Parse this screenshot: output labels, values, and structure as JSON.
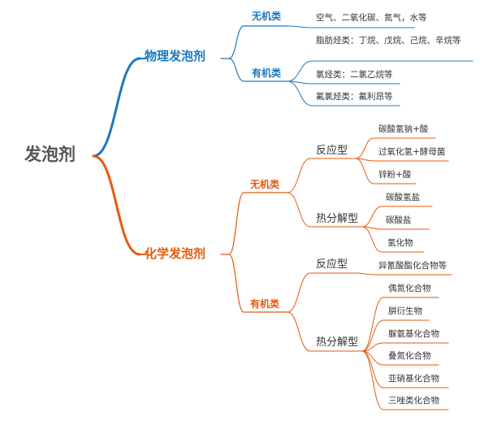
{
  "colors": {
    "blue": "#1a78c0",
    "orange": "#e35a0e",
    "root": "#555555",
    "text": "#333333"
  },
  "root": "发泡剂",
  "physical": {
    "label": "物理发泡剂",
    "inorganic": {
      "label": "无机类",
      "item": "空气、二氧化碳、氮气，水等"
    },
    "organic": {
      "label": "有机类",
      "items": [
        "脂肪烃类：丁烷、戊烷、己烷、辛烷等",
        "氯烃类：二氯乙烷等",
        "氟氯烃类：氟利昂等"
      ]
    }
  },
  "chemical": {
    "label": "化学发泡剂",
    "inorganic": {
      "label": "无机类",
      "reaction": {
        "label": "反应型",
        "items": [
          "碳酸氢钠+酸",
          "过氧化氢+酵母菌",
          "锌粉+酸"
        ]
      },
      "thermal": {
        "label": "热分解型",
        "items": [
          "碳酸氢盐",
          "碳酸盐",
          "氢化物"
        ]
      }
    },
    "organic": {
      "label": "有机类",
      "reaction": {
        "label": "反应型",
        "items": [
          "异氰酸酯化合物等"
        ]
      },
      "thermal": {
        "label": "热分解型",
        "items": [
          "偶氮化合物",
          "肼衍生物",
          "脲氨基化合物",
          "叠氮化合物",
          "亚硝基化合物",
          "三唑类化合物"
        ]
      }
    }
  }
}
